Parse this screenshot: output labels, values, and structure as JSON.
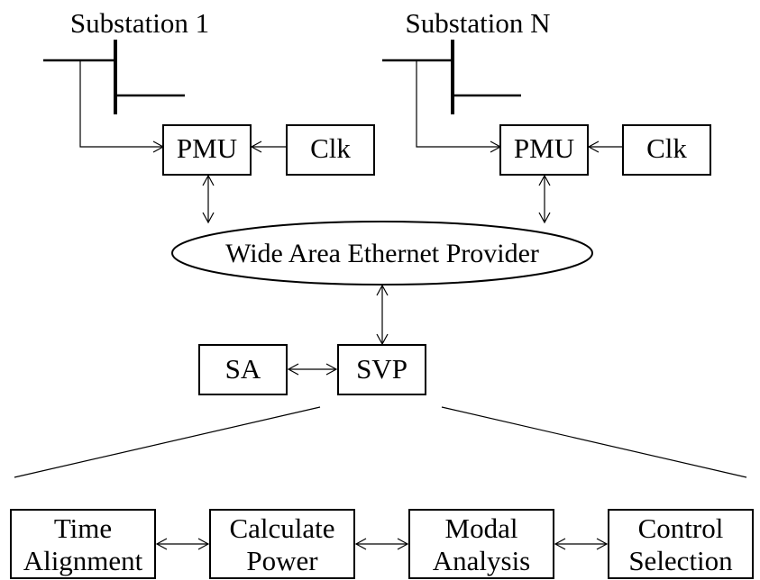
{
  "substations": [
    {
      "title": "Substation 1",
      "pmu": "PMU",
      "clk": "Clk"
    },
    {
      "title": "Substation N",
      "pmu": "PMU",
      "clk": "Clk"
    }
  ],
  "network": {
    "label": "Wide Area Ethernet Provider"
  },
  "center": {
    "sa": "SA",
    "svp": "SVP"
  },
  "pipeline": [
    {
      "line1": "Time",
      "line2": "Alignment"
    },
    {
      "line1": "Calculate",
      "line2": "Power"
    },
    {
      "line1": "Modal",
      "line2": "Analysis"
    },
    {
      "line1": "Control",
      "line2": "Selection"
    }
  ]
}
